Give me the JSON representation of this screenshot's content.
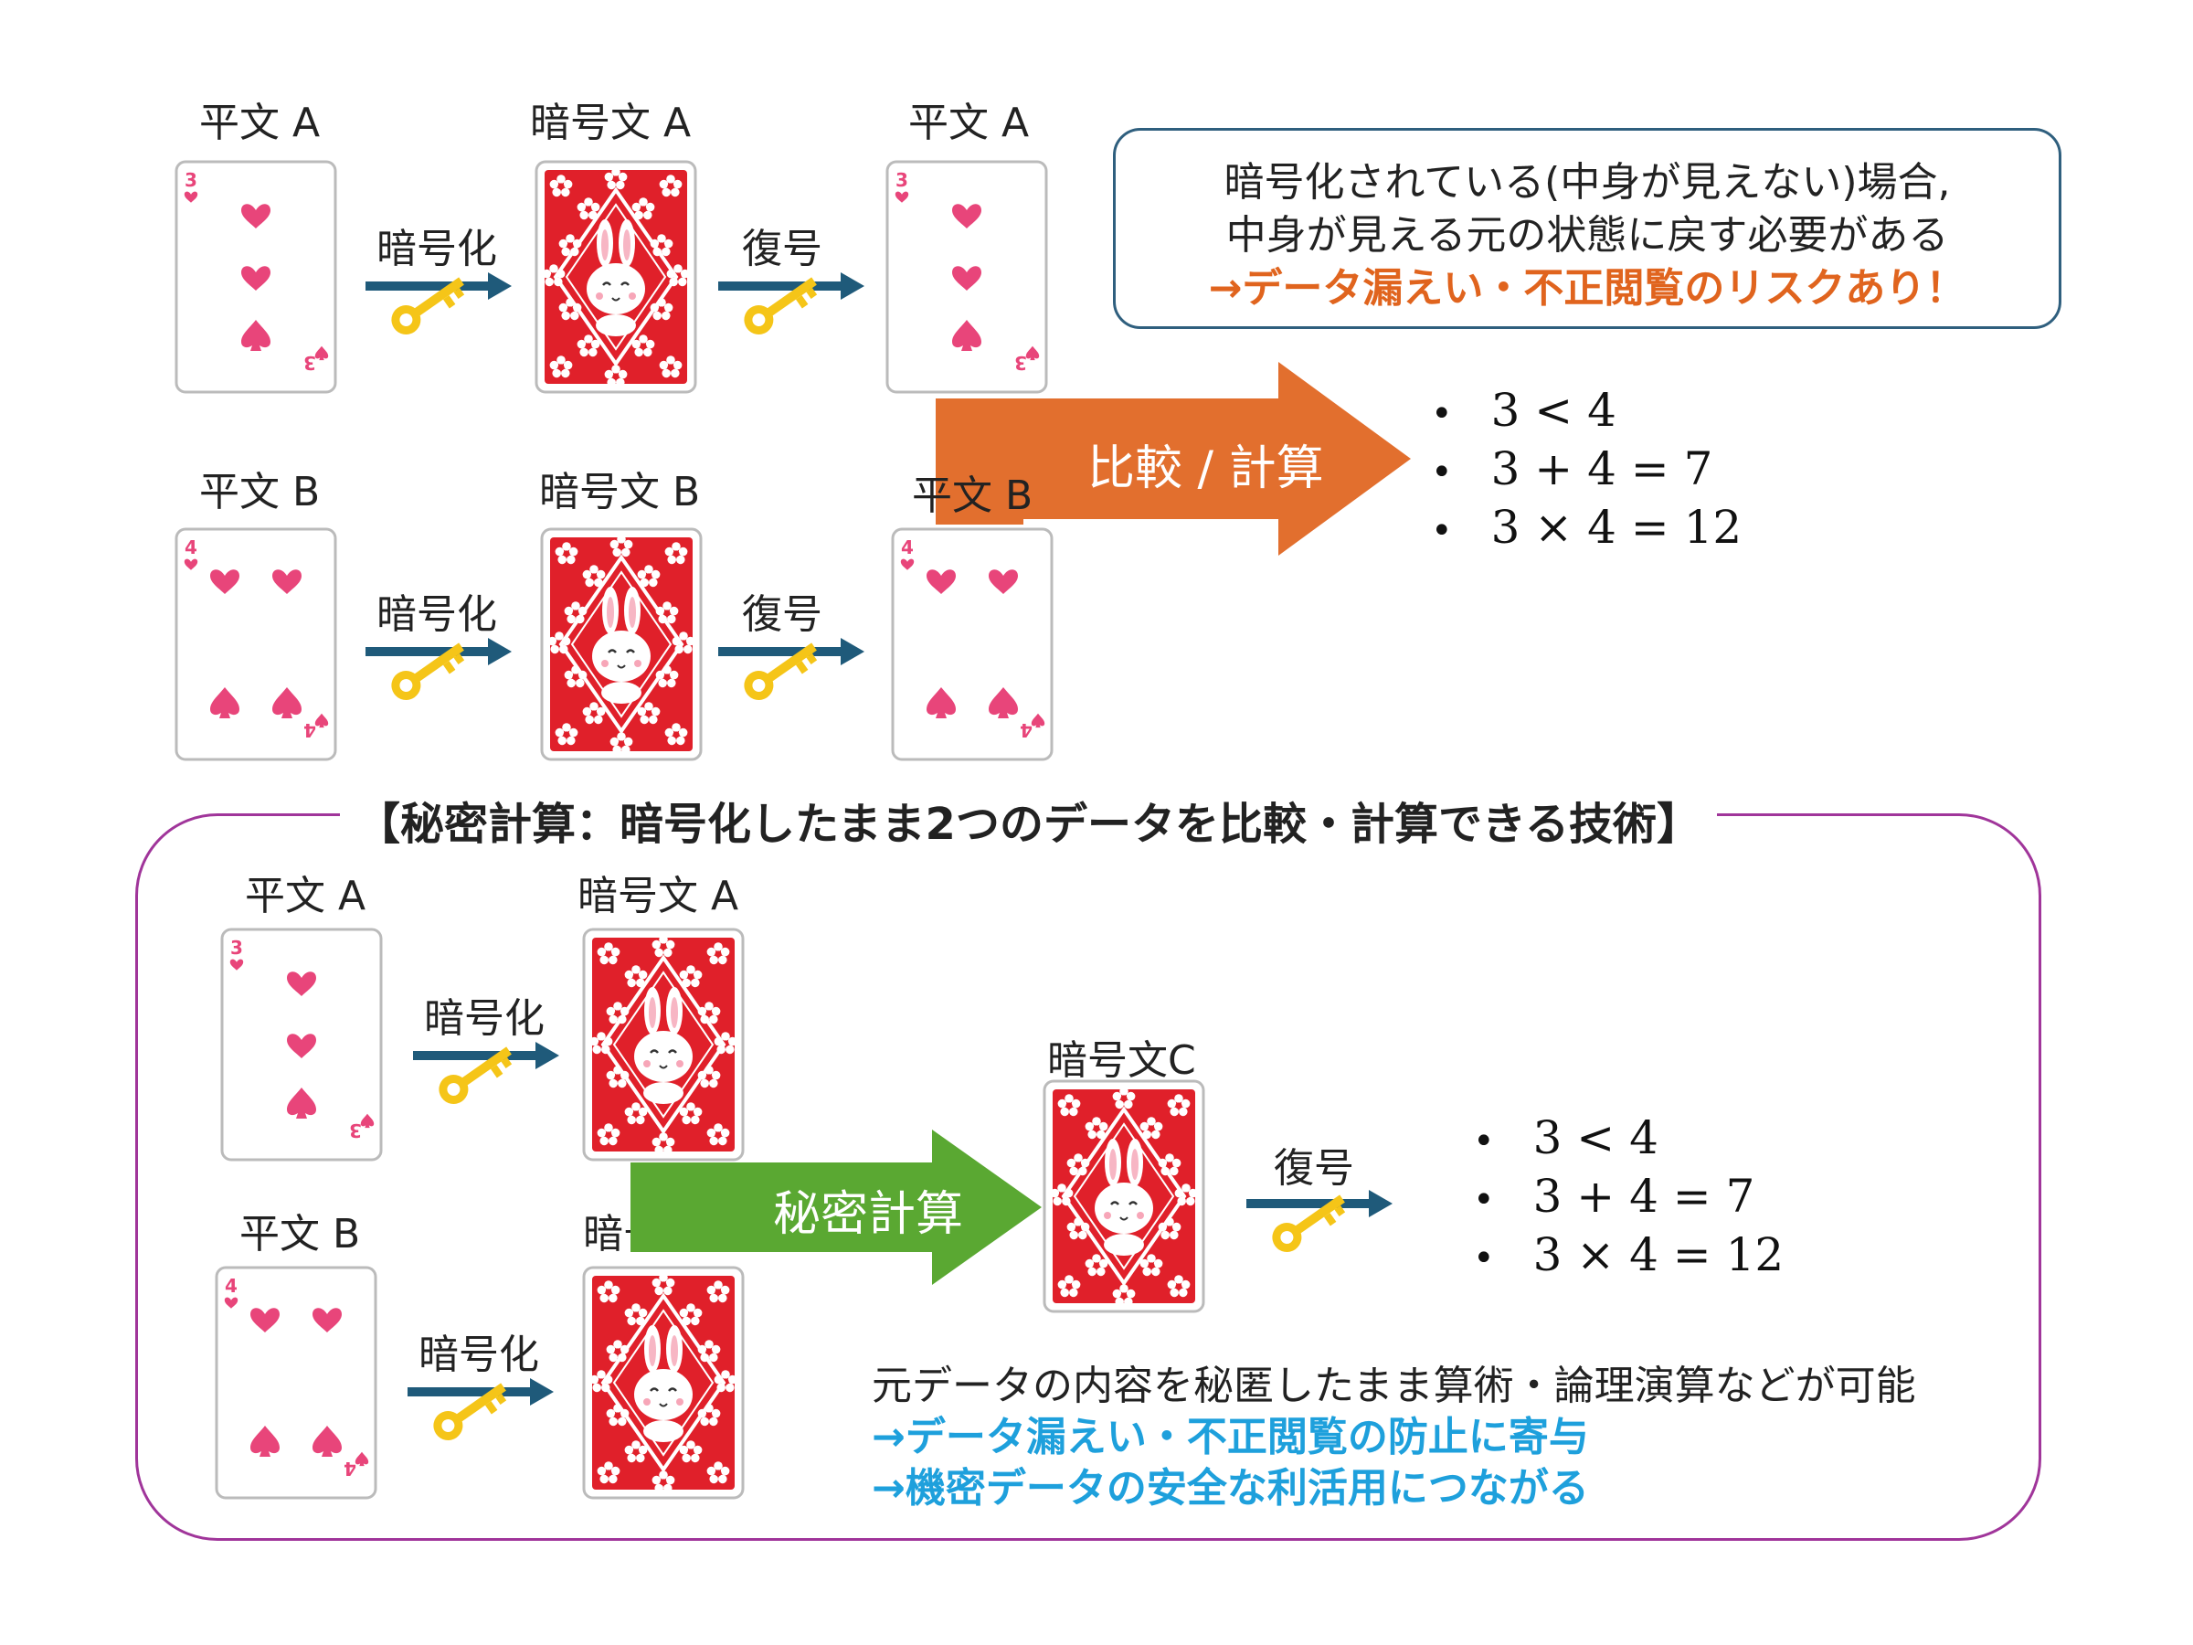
{
  "top": {
    "plain_a_label": "平文 A",
    "cipher_a_label": "暗号文 A",
    "decrypted_a_label": "平文 A",
    "plain_b_label": "平文 B",
    "cipher_b_label": "暗号文 B",
    "decrypted_b_label": "平文 B",
    "encrypt_label": "暗号化",
    "decrypt_label": "復号",
    "compare_arrow_label": "比較 / 計算",
    "note": {
      "line1": "暗号化されている(中身が見えない)場合,",
      "line2": "中身が見える元の状態に戻す必要がある",
      "line3": "→データ漏えい・不正閲覧のリスクあり！"
    },
    "results": [
      "3 < 4",
      "3 + 4 = 7",
      "3 × 4 = 12"
    ]
  },
  "heading": "【秘密計算：暗号化したまま2つのデータを比較・計算できる技術】",
  "bottom": {
    "plain_a_label": "平文 A",
    "cipher_a_label": "暗号文 A",
    "plain_b_label": "平文 B",
    "cipher_b_label": "暗号文 B",
    "cipher_c_label": "暗号文C",
    "encrypt_label": "暗号化",
    "decrypt_label": "復号",
    "secure_arrow_label": "秘密計算",
    "results": [
      "3 < 4",
      "3 + 4 = 7",
      "3 × 4 = 12"
    ],
    "footer": {
      "line1": "元データの内容を秘匿したまま算術・論理演算などが可能",
      "line2": "→データ漏えい・不正閲覧の防止に寄与",
      "line3": "→機密データの安全な利活用につながる"
    }
  },
  "colors": {
    "heart": "#e8457a",
    "card_back": "#e0202a",
    "key": "#f5c518",
    "arrow_blue": "#1f5a7a",
    "orange": "#e0641e",
    "green": "#5aa832",
    "purple": "#a0359a",
    "blue_text": "#1ea0dc"
  },
  "icons": [
    "playing-card-3-hearts",
    "playing-card-4-hearts",
    "card-back-rabbit",
    "key-arrow-icon"
  ]
}
